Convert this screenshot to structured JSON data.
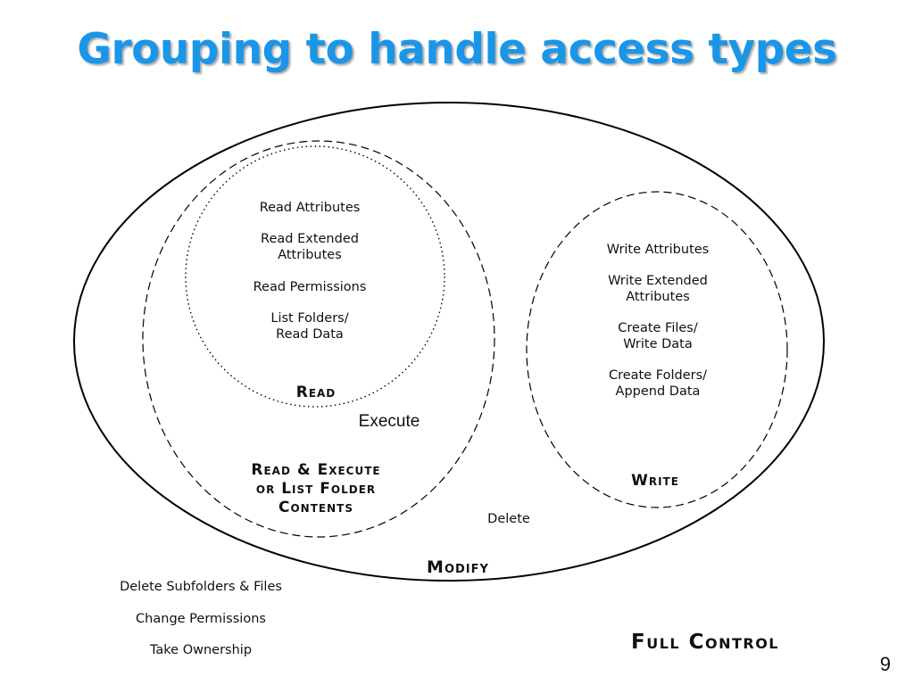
{
  "slide": {
    "title": "Grouping to handle access types",
    "page_number": "9",
    "accent_color": "#1a96e8"
  },
  "read_group": {
    "items": [
      "Read Attributes",
      "Read Extended\nAttributes",
      "Read Permissions",
      "List Folders/\nRead Data"
    ],
    "label": "Read"
  },
  "read_execute_group": {
    "extra_item": "Execute",
    "label": "Read & Execute\nor List Folder\nContents"
  },
  "write_group": {
    "items": [
      "Write Attributes",
      "Write Extended\nAttributes",
      "Create Files/\nWrite Data",
      "Create Folders/\nAppend Data"
    ],
    "label": "Write"
  },
  "modify_group": {
    "extra_item": "Delete",
    "label": "Modify"
  },
  "full_control_group": {
    "items": [
      "Delete Subfolders & Files",
      "Change Permissions",
      "Take Ownership"
    ],
    "label": "Full Control"
  }
}
